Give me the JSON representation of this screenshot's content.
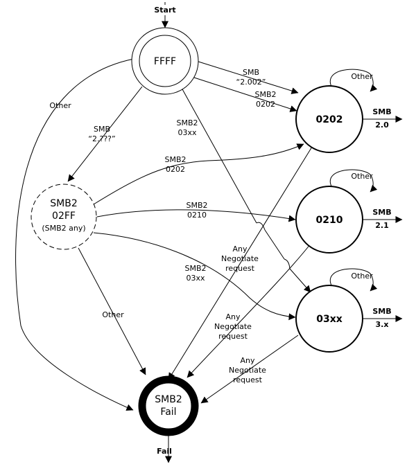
{
  "terminals": {
    "start": "Start",
    "fail": "Fail"
  },
  "nodes": {
    "ffff": "FFFF",
    "n0202": "0202",
    "n0210": "0210",
    "n03xx": "03xx",
    "smb2_02ff": [
      "SMB2",
      "02FF",
      "(SMB2 any)"
    ],
    "smb2_fail": [
      "SMB2",
      "Fail"
    ]
  },
  "outputs": {
    "smb20": [
      "SMB",
      "2.0"
    ],
    "smb21": [
      "SMB",
      "2.1"
    ],
    "smb3x": [
      "SMB",
      "3.x"
    ]
  },
  "edge_labels": {
    "ffff_0202_smb": [
      "SMB",
      "“2.002”"
    ],
    "ffff_0202_smb2": [
      "SMB2",
      "0202"
    ],
    "ffff_03xx": [
      "SMB2",
      "03xx"
    ],
    "ffff_02ff": [
      "SMB",
      "“2.???”"
    ],
    "ffff_fail": "Other",
    "x02ff_0202": [
      "SMB2",
      "0202"
    ],
    "x02ff_0210": [
      "SMB2",
      "0210"
    ],
    "x02ff_03xx": [
      "SMB2",
      "03xx"
    ],
    "x02ff_fail": "Other",
    "loop_0202": "Other",
    "loop_0210": "Other",
    "loop_03xx": "Other",
    "n0202_fail": [
      "Any",
      "Negotiate",
      "request"
    ],
    "n0210_fail": [
      "Any",
      "Negotiate",
      "request"
    ],
    "n03xx_fail": [
      "Any",
      "Negotiate",
      "request"
    ]
  }
}
